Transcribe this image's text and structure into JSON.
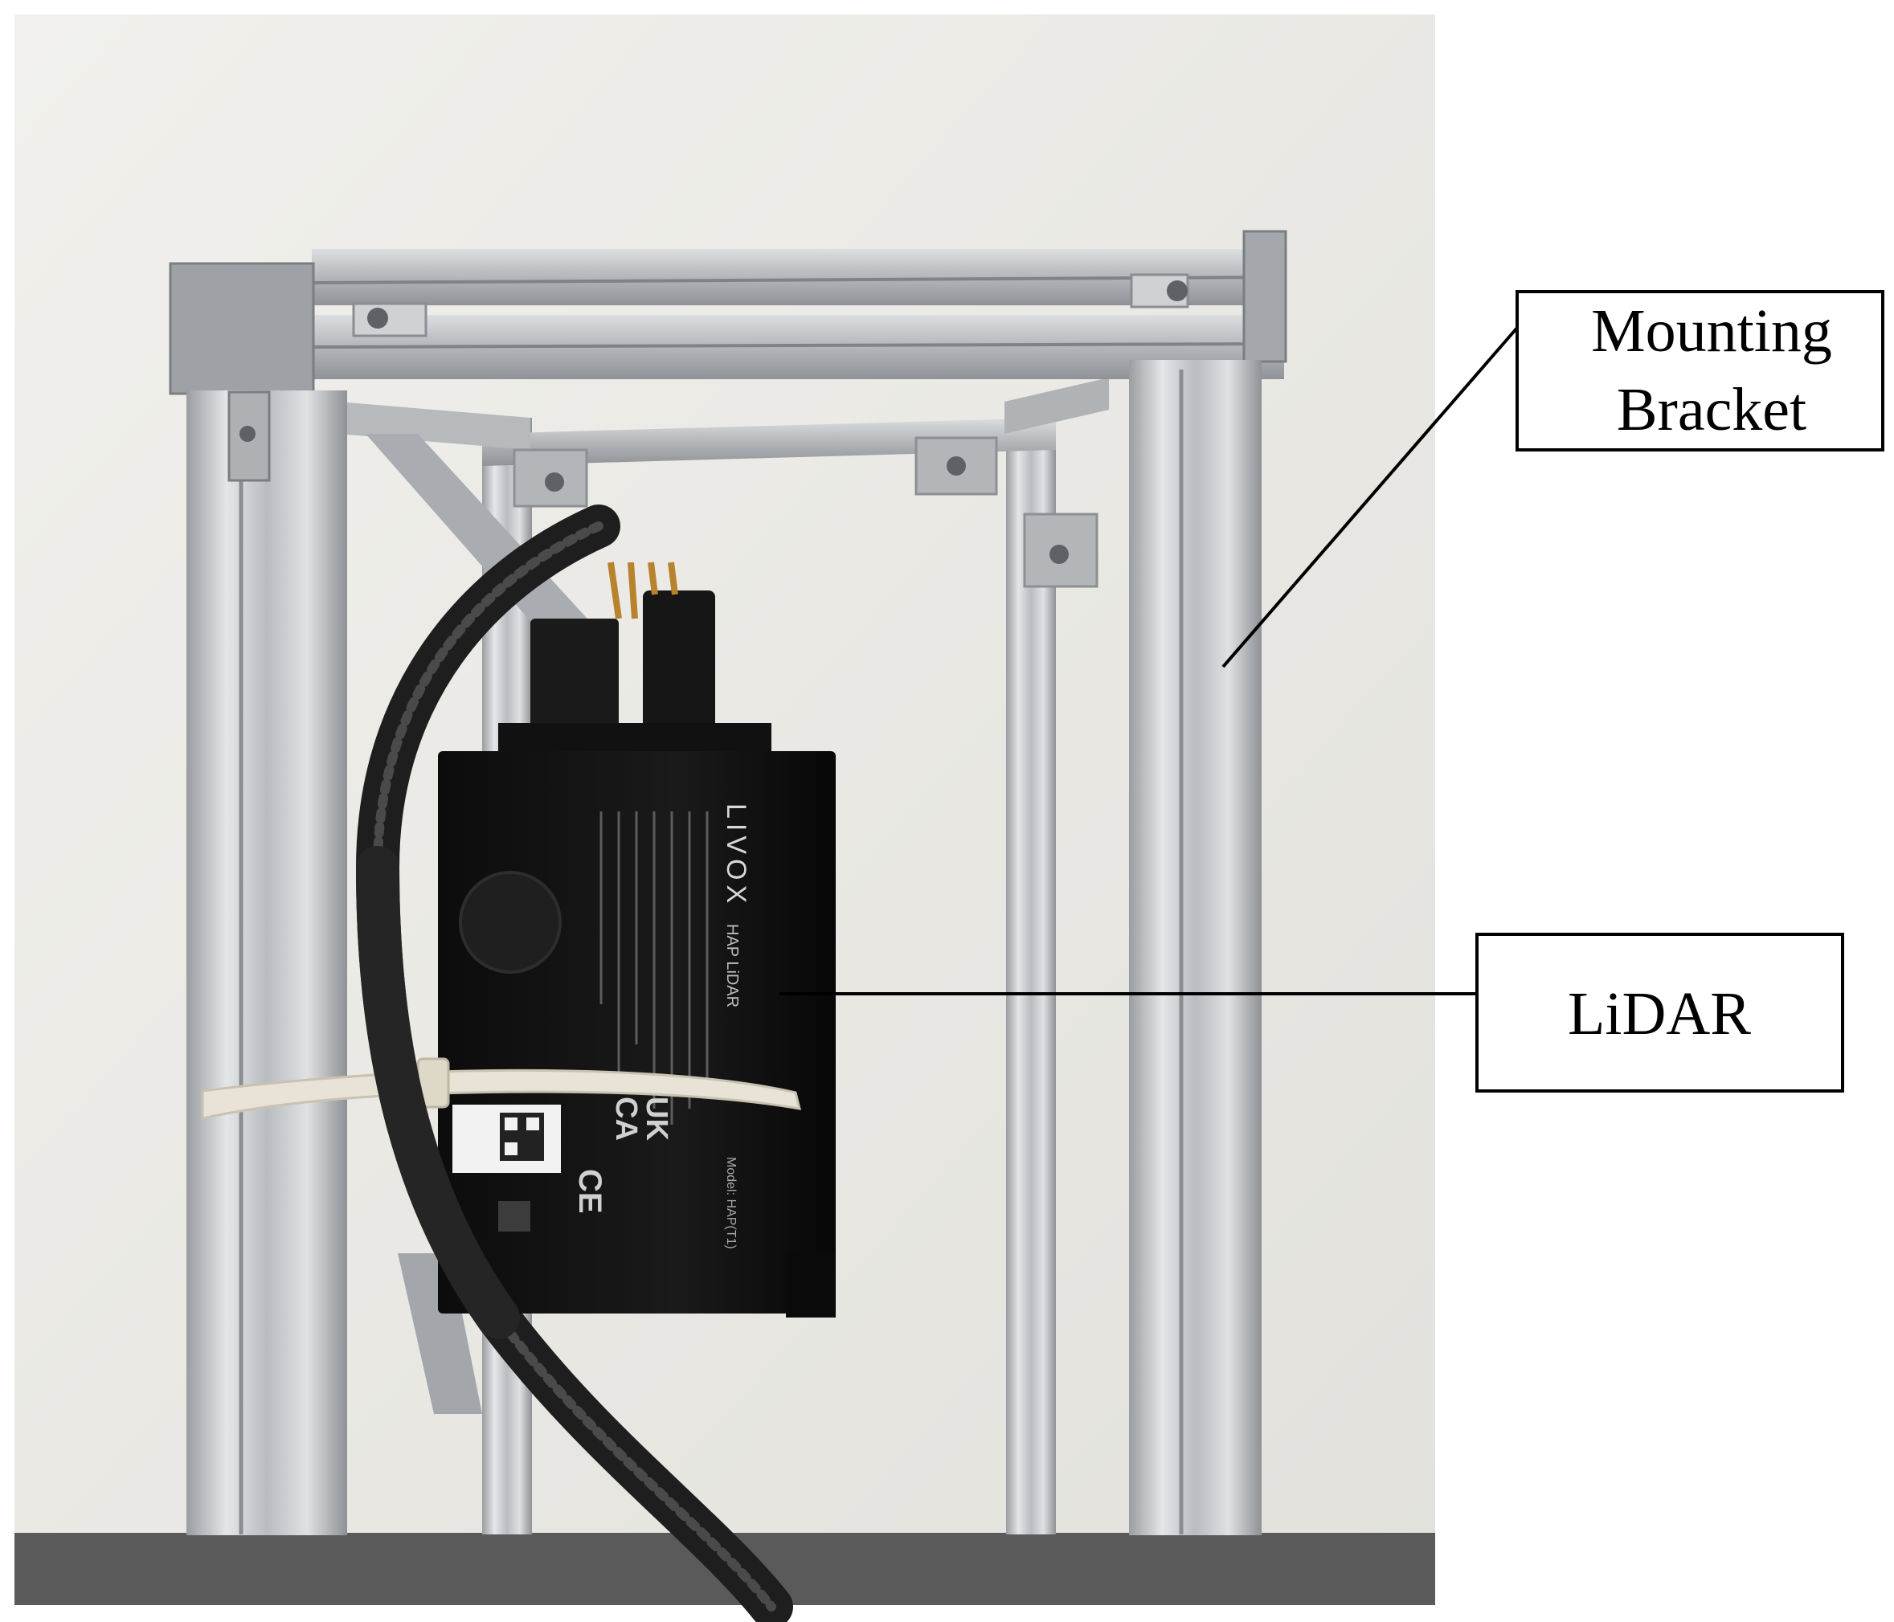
{
  "callouts": {
    "mounting_bracket": {
      "line1": "Mounting",
      "line2": "Bracket"
    },
    "lidar": {
      "label": "LiDAR"
    }
  },
  "device": {
    "brand": "LIVOX",
    "product": "HAP LiDAR",
    "model": "Model: HAP(T1)",
    "marks": [
      "UK",
      "CA",
      "CE"
    ]
  },
  "colors": {
    "background": "#ffffff",
    "wall": "#e9e8e4",
    "floor": "#5a5a5a",
    "aluminium": "#c9cbcd",
    "aluminium_dark": "#9fa2a6",
    "device_body": "#141414",
    "cable": "#2a2a2a",
    "callout_border": "#000000"
  }
}
